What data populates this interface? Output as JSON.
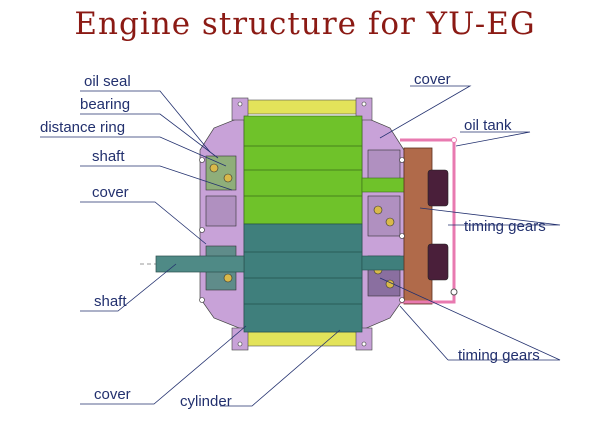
{
  "title": "Engine structure for YU-EG",
  "labels": {
    "oil_seal": "oil seal",
    "bearing": "bearing",
    "distance_ring": "distance ring",
    "shaft_upper": "shaft",
    "cover_left_mid": "cover",
    "shaft_lower": "shaft",
    "cover_bottom": "cover",
    "cylinder": "cylinder",
    "cover_top_right": "cover",
    "oil_tank": "oil tank",
    "timing_gears_upper": "timing gears",
    "timing_gears_lower": "timing gears"
  },
  "colors": {
    "title": "#8b1a14",
    "label": "#22306e",
    "rotor_upper": "#6fc22a",
    "rotor_lower": "#3f7f7c",
    "housing": "#c8a2d8",
    "yellow_band": "#e3e35a",
    "gear": "#b06a4a",
    "oil_line": "#e87ab0"
  }
}
